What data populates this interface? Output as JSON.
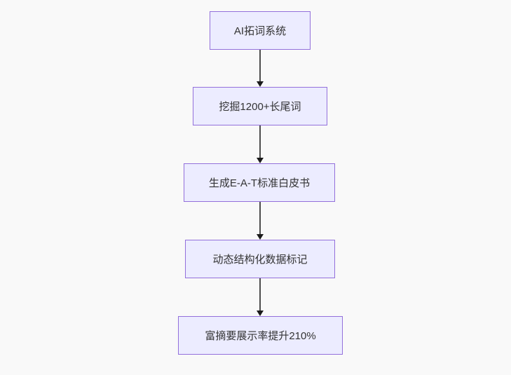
{
  "page": {
    "background_color": "#f9f9f9"
  },
  "flowchart": {
    "type": "flowchart",
    "direction": "top-down",
    "node_fill_color": "#ECECFF",
    "node_border_color": "#9370DB",
    "node_text_color": "#333333",
    "edge_color": "#333333",
    "nodes": [
      {
        "id": "n1",
        "label": "AI拓词系统"
      },
      {
        "id": "n2",
        "label": "挖掘1200+长尾词"
      },
      {
        "id": "n3",
        "label": "生成E-A-T标准白皮书"
      },
      {
        "id": "n4",
        "label": "动态结构化数据标记"
      },
      {
        "id": "n5",
        "label": "富摘要展示率提升210%"
      }
    ],
    "edges": [
      {
        "from": "n1",
        "to": "n2"
      },
      {
        "from": "n2",
        "to": "n3"
      },
      {
        "from": "n3",
        "to": "n4"
      },
      {
        "from": "n4",
        "to": "n5"
      }
    ]
  }
}
